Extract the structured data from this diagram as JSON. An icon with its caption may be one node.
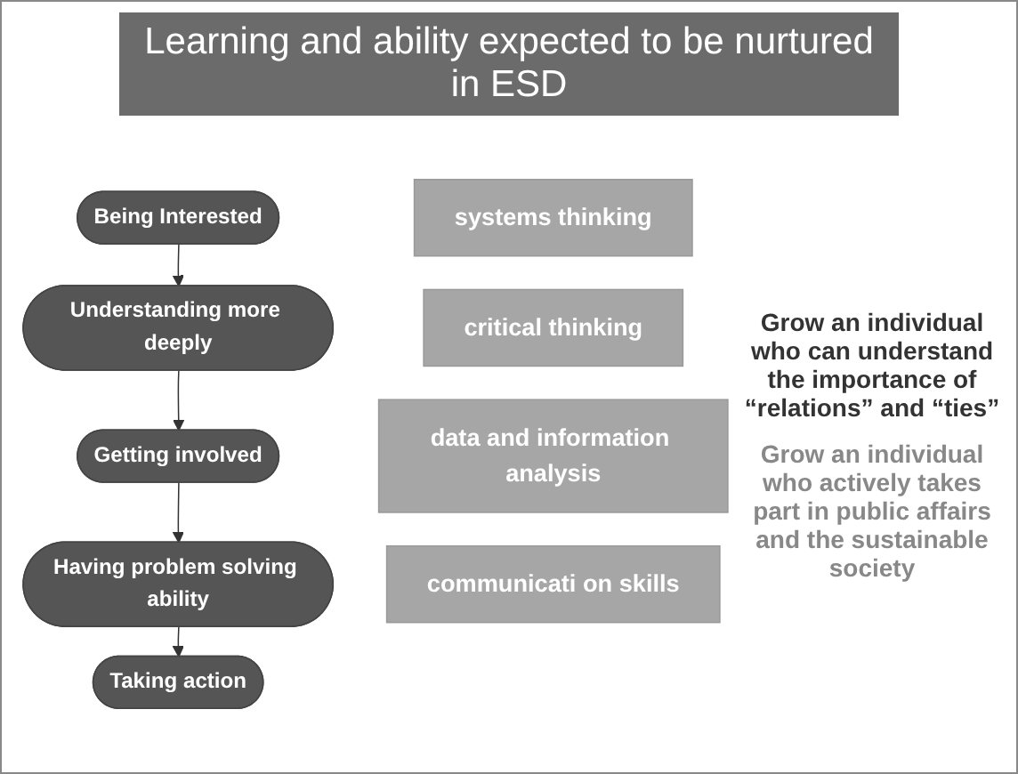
{
  "diagram": {
    "title": "Learning and ability expected to be nurtured in ESD",
    "nodes": [
      {
        "text": [
          "Being Interested"
        ]
      },
      {
        "text": [
          "Understanding more deeply"
        ]
      },
      {
        "text": [
          "Getting involved"
        ]
      },
      {
        "text": [
          "Having problem solving ability"
        ]
      },
      {
        "text": [
          "Taking action"
        ]
      },
      {
        "text": [
          "systems thinking"
        ]
      },
      {
        "text": [
          "critical thinking"
        ]
      },
      {
        "text": [
          "data and information analysis"
        ]
      },
      {
        "text": [
          "communicati on skills"
        ]
      }
    ],
    "edges": [
      {
        "from": 0,
        "to": 1,
        "arrow": "to"
      },
      {
        "from": 1,
        "to": 2,
        "arrow": "to"
      },
      {
        "from": 2,
        "to": 3,
        "arrow": "to"
      },
      {
        "from": 3,
        "to": 4,
        "arrow": "to"
      }
    ],
    "labels": [
      "Grow an individual who can understand the importance of “relations” and “ties”",
      "Grow an individual who actively takes part in public affairs and the sustainable society"
    ]
  }
}
